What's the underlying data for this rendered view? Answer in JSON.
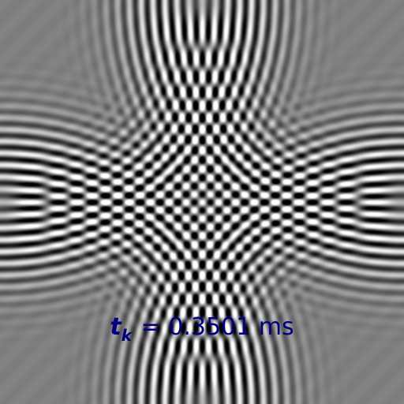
{
  "time_label": {
    "symbol": "t",
    "subscript": "k",
    "separator": " = ",
    "value": "0.3501",
    "unit": "ms"
  },
  "colors": {
    "background": "#808080",
    "label": "#00007f"
  }
}
